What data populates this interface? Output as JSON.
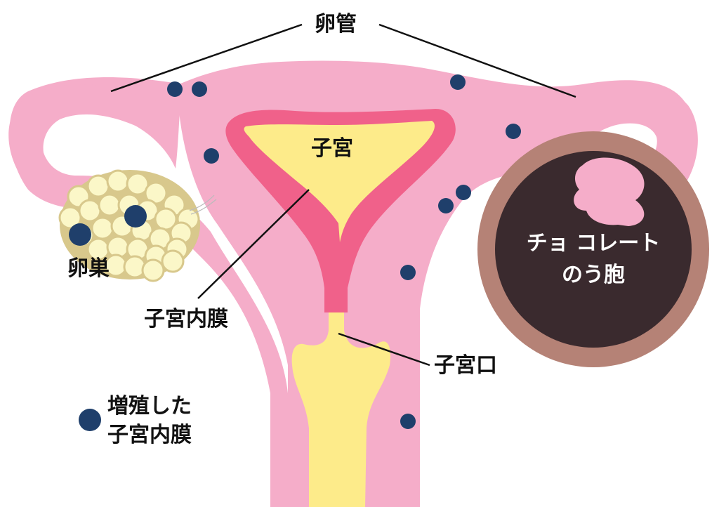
{
  "labels": {
    "fallopian_tube": "卵管",
    "uterus": "子宮",
    "ovary": "卵巣",
    "endometrium": "子宮内膜",
    "cervix": "子宮口",
    "chocolate_cyst_line1": "チョ コレート",
    "chocolate_cyst_line2": "のう胞",
    "legend_line1": "増殖した",
    "legend_line2": "子宮内膜"
  },
  "colors": {
    "uterus_body": "#f5adc9",
    "endometrium_lining": "#f0618a",
    "uterine_cavity": "#fdeb8a",
    "ovary_fill": "#fbf7c8",
    "ovary_outline": "#d8c88c",
    "cyst_outer": "#b58276",
    "cyst_inner": "#3a2a2e",
    "endometriosis_dot": "#1f3f6b",
    "leader_line": "#111111"
  }
}
